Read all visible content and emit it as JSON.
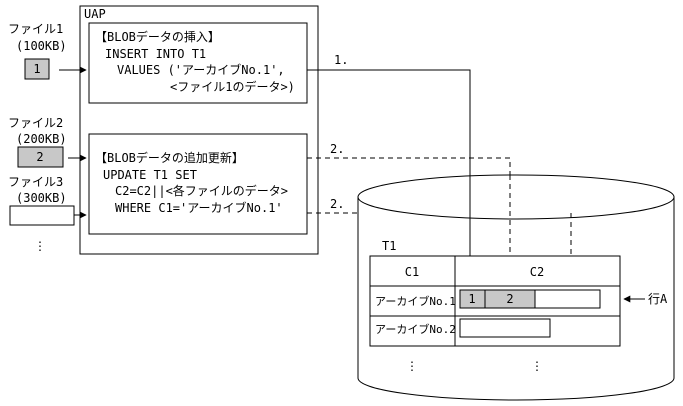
{
  "files": [
    {
      "name": "ファイル1",
      "size": "(100KB)",
      "box_label": "1"
    },
    {
      "name": "ファイル2",
      "size": "(200KB)",
      "box_label": "2"
    },
    {
      "name": "ファイル3",
      "size": "(300KB)",
      "box_label": ""
    }
  ],
  "uap": {
    "label": "UAP",
    "insert_box": {
      "title": "【BLOBデータの挿入】",
      "lines": [
        "INSERT INTO T1",
        "VALUES ('アーカイブNo.1',",
        "<ファイル1のデータ>)"
      ]
    },
    "update_box": {
      "title": "【BLOBデータの追加更新】",
      "lines": [
        "UPDATE T1 SET",
        "C2=C2||<各ファイルのデータ>",
        "WHERE C1='アーカイブNo.1'"
      ]
    }
  },
  "step_labels": {
    "insert": "1.",
    "update_a": "2.",
    "update_b": "2."
  },
  "table": {
    "name": "T1",
    "headers": [
      "C1",
      "C2"
    ],
    "rows": [
      {
        "c1": "アーカイブNo.1",
        "segments": [
          "1",
          "2",
          ""
        ]
      },
      {
        "c1": "アーカイブNo.2",
        "segments": []
      }
    ],
    "row_pointer": "行A"
  },
  "ellipsis": "⋮"
}
